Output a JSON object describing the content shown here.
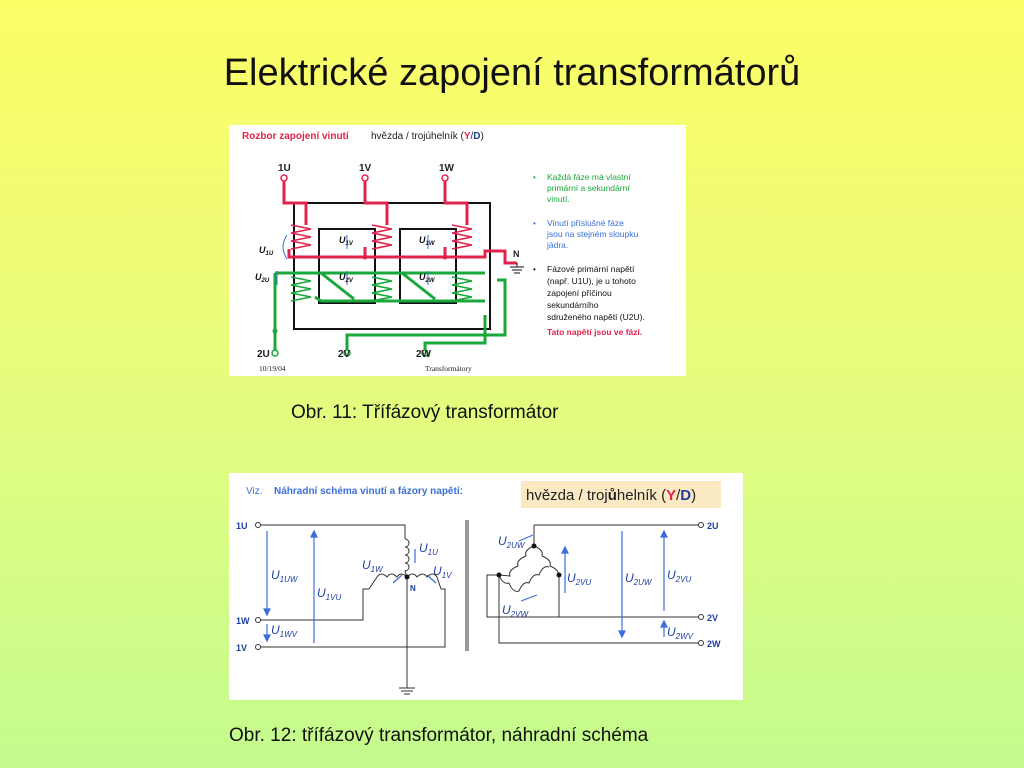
{
  "slide_title": "Elektrické zapojení transformátorů",
  "fig1": {
    "caption": "Obr. 11: Třífázový transformátor",
    "header_red": "Rozbor zapojení vinutí",
    "header_rest": "hvězda / trojúhelník (",
    "header_Y": "Y",
    "header_slash": "/",
    "header_D": "D",
    "header_close": ")",
    "terminals_top": [
      "1U",
      "1V",
      "1W"
    ],
    "terminals_bottom": [
      "2U",
      "2V",
      "2W"
    ],
    "voltage_labels": {
      "u1u": "U",
      "u1u_sub": "1U",
      "u1v": "U",
      "u1v_sub": "1V",
      "u1w": "U",
      "u1w_sub": "1W",
      "u2u": "U",
      "u2u_sub": "2U",
      "u2v": "U",
      "u2v_sub": "2V",
      "u2w": "U",
      "u2w_sub": "2W"
    },
    "neutral": "N",
    "bullets": {
      "b1_l1": "Každá fáze má vlastní",
      "b1_l2": "primární a sekundární",
      "b1_l3": "vinutí.",
      "b2_l1": "Vinutí příslušné fáze",
      "b2_l2": "jsou na stejném sloupku",
      "b2_l3": "jádra.",
      "b3_l1": "Fázové primární napětí",
      "b3_l2": "(např. U1U), je u tohoto",
      "b3_l3": "zapojení příčinou",
      "b3_l4": "sekundárního",
      "b3_l5": "sdruženého napětí (U2U).",
      "b3_l6": "Tato napětí jsou ve fázi."
    },
    "footer_date": "10/19/04",
    "footer_name": "Transformátory"
  },
  "fig2": {
    "caption": "Obr. 12: třífázový transformátor, náhradní schéma",
    "header_viz": "Viz.",
    "header_text": "Náhradní schéma vinutí a fázory napětí:",
    "box_text_a": "hvězda / troj",
    "box_text_u": "ů",
    "box_text_b": "helník (",
    "box_Y": "Y",
    "box_slash": "/",
    "box_D": "D",
    "box_close": ")",
    "left_terminals": [
      "1U",
      "1W",
      "1V"
    ],
    "right_terminals": [
      "2U",
      "2V",
      "2W"
    ],
    "neutral": "N",
    "labels": {
      "u1uw": "U",
      "u1uw_sub": "1UW",
      "u1vu": "U",
      "u1vu_sub": "1VU",
      "u1wv": "U",
      "u1wv_sub": "1WV",
      "u1w": "U",
      "u1w_sub": "1W",
      "u1u": "U",
      "u1u_sub": "1U",
      "u1v": "U",
      "u1v_sub": "1V",
      "u2uw_tri": "U",
      "u2uw_tri_sub": "2UW",
      "u2vu_tri": "U",
      "u2vu_tri_sub": "2VU",
      "u2vw_tri": "U",
      "u2vw_tri_sub": "2VW",
      "u2uw": "U",
      "u2uw_sub": "2UW",
      "u2vu": "U",
      "u2vu_sub": "2VU",
      "u2wv": "U",
      "u2wv_sub": "2WV"
    }
  }
}
